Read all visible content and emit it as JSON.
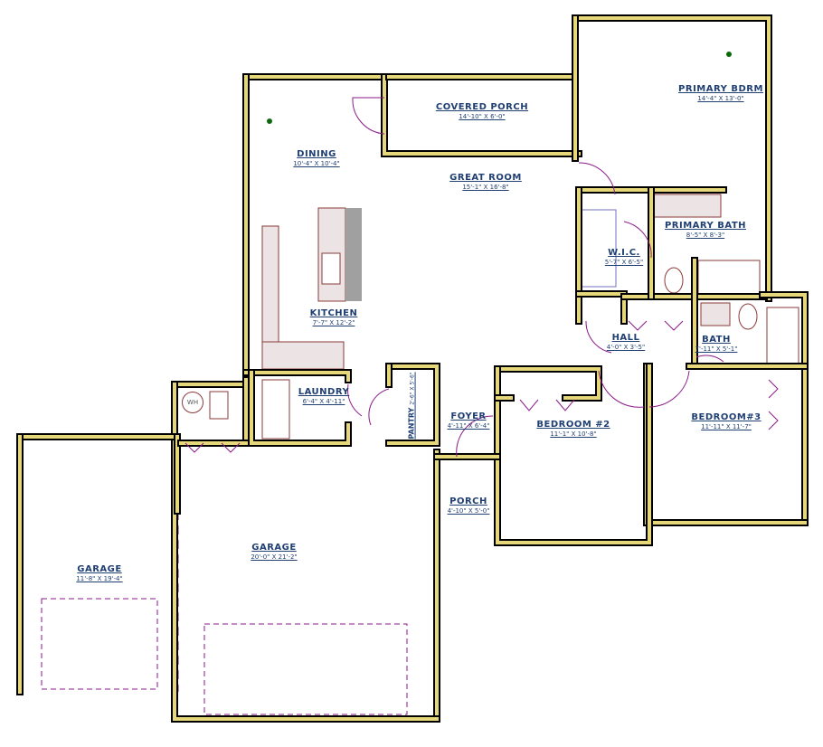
{
  "rooms": {
    "covered_porch": {
      "name": "COVERED PORCH",
      "dims": "14'-10\" X 6'-0\""
    },
    "primary_bdrm": {
      "name": "PRIMARY BDRM",
      "dims": "14'-4\" X 13'-0\""
    },
    "dining": {
      "name": "DINING",
      "dims": "10'-4\" X 10'-4\""
    },
    "great_room": {
      "name": "GREAT ROOM",
      "dims": "15'-1\" X 16'-8\""
    },
    "primary_bath": {
      "name": "PRIMARY BATH",
      "dims": "8'-5\" X 8'-3\""
    },
    "wic": {
      "name": "W.I.C.",
      "dims": "5'-7\" X 6'-5\""
    },
    "kitchen": {
      "name": "KITCHEN",
      "dims": "7'-7\" X 12'-2\""
    },
    "hall": {
      "name": "HALL",
      "dims": "4'-0\" X 3'-5\""
    },
    "bath": {
      "name": "BATH",
      "dims": "7'-11\" X 5'-1\""
    },
    "laundry": {
      "name": "LAUNDRY",
      "dims": "6'-4\" X 4'-11\""
    },
    "pantry": {
      "name": "PANTRY",
      "dims": "2'-6\" X 5'-6\""
    },
    "foyer": {
      "name": "FOYER",
      "dims": "4'-11\" X 6'-4\""
    },
    "bedroom2": {
      "name": "BEDROOM #2",
      "dims": "11'-1\" X 10'-8\""
    },
    "bedroom3": {
      "name": "BEDROOM#3",
      "dims": "11'-11\" X 11'-7\""
    },
    "porch": {
      "name": "PORCH",
      "dims": "4'-10\" X 5'-0\""
    },
    "garage_main": {
      "name": "GARAGE",
      "dims": "20'-0\" X 21'-2\""
    },
    "garage_left": {
      "name": "GARAGE",
      "dims": "11'-8\" X 19'-4\""
    }
  },
  "fixtures": {
    "water_heater": "WH"
  },
  "colors": {
    "wall_fill": "#e6d77a",
    "wall_edge": "#000000",
    "label": "#1f3f73",
    "door": "#8a1a8a",
    "fixture": "#8b3a3a"
  }
}
